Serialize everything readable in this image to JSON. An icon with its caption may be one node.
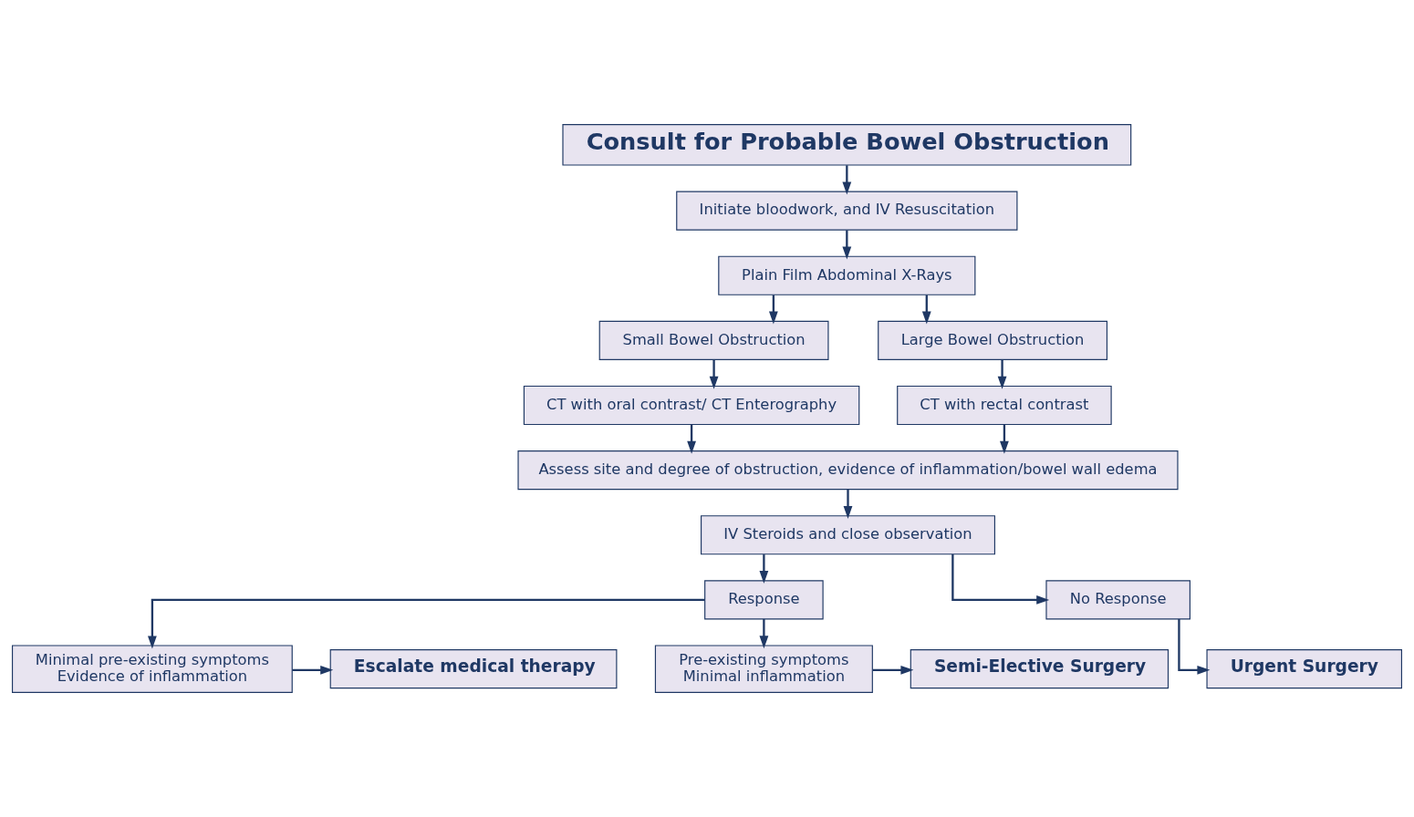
{
  "diagram": {
    "nodes": [
      {
        "text": [
          "Consult for Probable Bowel Obstruction"
        ]
      },
      {
        "text": [
          "Initiate bloodwork, and IV Resuscitation"
        ]
      },
      {
        "text": [
          "Plain Film Abdominal X-Rays"
        ]
      },
      {
        "text": [
          "Small Bowel Obstruction"
        ]
      },
      {
        "text": [
          "Large Bowel Obstruction"
        ]
      },
      {
        "text": [
          "CT with oral contrast/ CT Enterography"
        ]
      },
      {
        "text": [
          "CT with rectal contrast"
        ]
      },
      {
        "text": [
          "Assess site and degree of obstruction, evidence of inflammation/bowel wall edema"
        ]
      },
      {
        "text": [
          "IV Steroids and close observation"
        ]
      },
      {
        "text": [
          "Response"
        ]
      },
      {
        "text": [
          "No Response"
        ]
      },
      {
        "text": [
          "Minimal pre-existing symptoms",
          "Evidence of inflammation"
        ]
      },
      {
        "text": [
          "Escalate medical therapy"
        ]
      },
      {
        "text": [
          "Urgent Surgery"
        ]
      },
      {
        "text": [
          "Pre-existing symptoms",
          "Minimal inflammation"
        ]
      },
      {
        "text": [
          "Semi-Elective Surgery"
        ]
      }
    ],
    "edges": [
      {
        "from": 0,
        "to": 1,
        "arrow": "to"
      },
      {
        "from": 1,
        "to": 2,
        "arrow": "to"
      },
      {
        "from": 2,
        "to": 3,
        "arrow": "to"
      },
      {
        "from": 2,
        "to": 4,
        "arrow": "to"
      },
      {
        "from": 3,
        "to": 5,
        "arrow": "to"
      },
      {
        "from": 4,
        "to": 6,
        "arrow": "to"
      },
      {
        "from": 5,
        "to": 7,
        "arrow": "to"
      },
      {
        "from": 6,
        "to": 7,
        "arrow": "to"
      },
      {
        "from": 7,
        "to": 8,
        "arrow": "to"
      },
      {
        "from": 8,
        "to": 9,
        "arrow": "to"
      },
      {
        "from": 8,
        "to": 10,
        "arrow": "to"
      },
      {
        "from": 10,
        "to": 13,
        "arrow": "to"
      },
      {
        "from": 9,
        "to": 11,
        "arrow": "to"
      },
      {
        "from": 9,
        "to": 14,
        "arrow": "to"
      },
      {
        "from": 11,
        "to": 12,
        "arrow": "to"
      },
      {
        "from": 14,
        "to": 15,
        "arrow": "to"
      }
    ]
  }
}
